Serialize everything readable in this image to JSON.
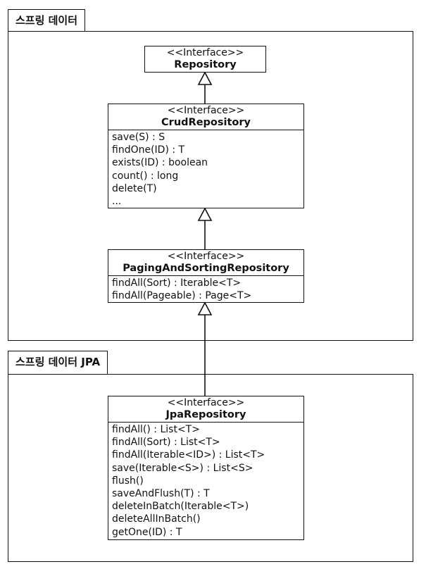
{
  "packages": [
    {
      "label": "스프링 데이터"
    },
    {
      "label": "스프링 데이터 JPA"
    }
  ],
  "classes": {
    "repository": {
      "stereotype": "<<Interface>>",
      "name": "Repository",
      "methods": []
    },
    "crud_repository": {
      "stereotype": "<<Interface>>",
      "name": "CrudRepository",
      "methods": [
        "save(S) : S",
        "findOne(ID) : T",
        "exists(ID) : boolean",
        "count() : long",
        "delete(T)",
        "..."
      ]
    },
    "paging_repository": {
      "stereotype": "<<Interface>>",
      "name": "PagingAndSortingRepository",
      "methods": [
        "findAll(Sort) : Iterable<T>",
        "findAll(Pageable) : Page<T>"
      ]
    },
    "jpa_repository": {
      "stereotype": "<<Interface>>",
      "name": "JpaRepository",
      "methods": [
        "findAll() : List<T>",
        "findAll(Sort) : List<T>",
        "findAll(Iterable<ID>) : List<T>",
        "save(Iterable<S>) : List<S>",
        "flush()",
        "saveAndFlush(T) : T",
        "deleteInBatch(Iterable<T>)",
        "deleteAllInBatch()",
        "getOne(ID) : T"
      ]
    }
  }
}
